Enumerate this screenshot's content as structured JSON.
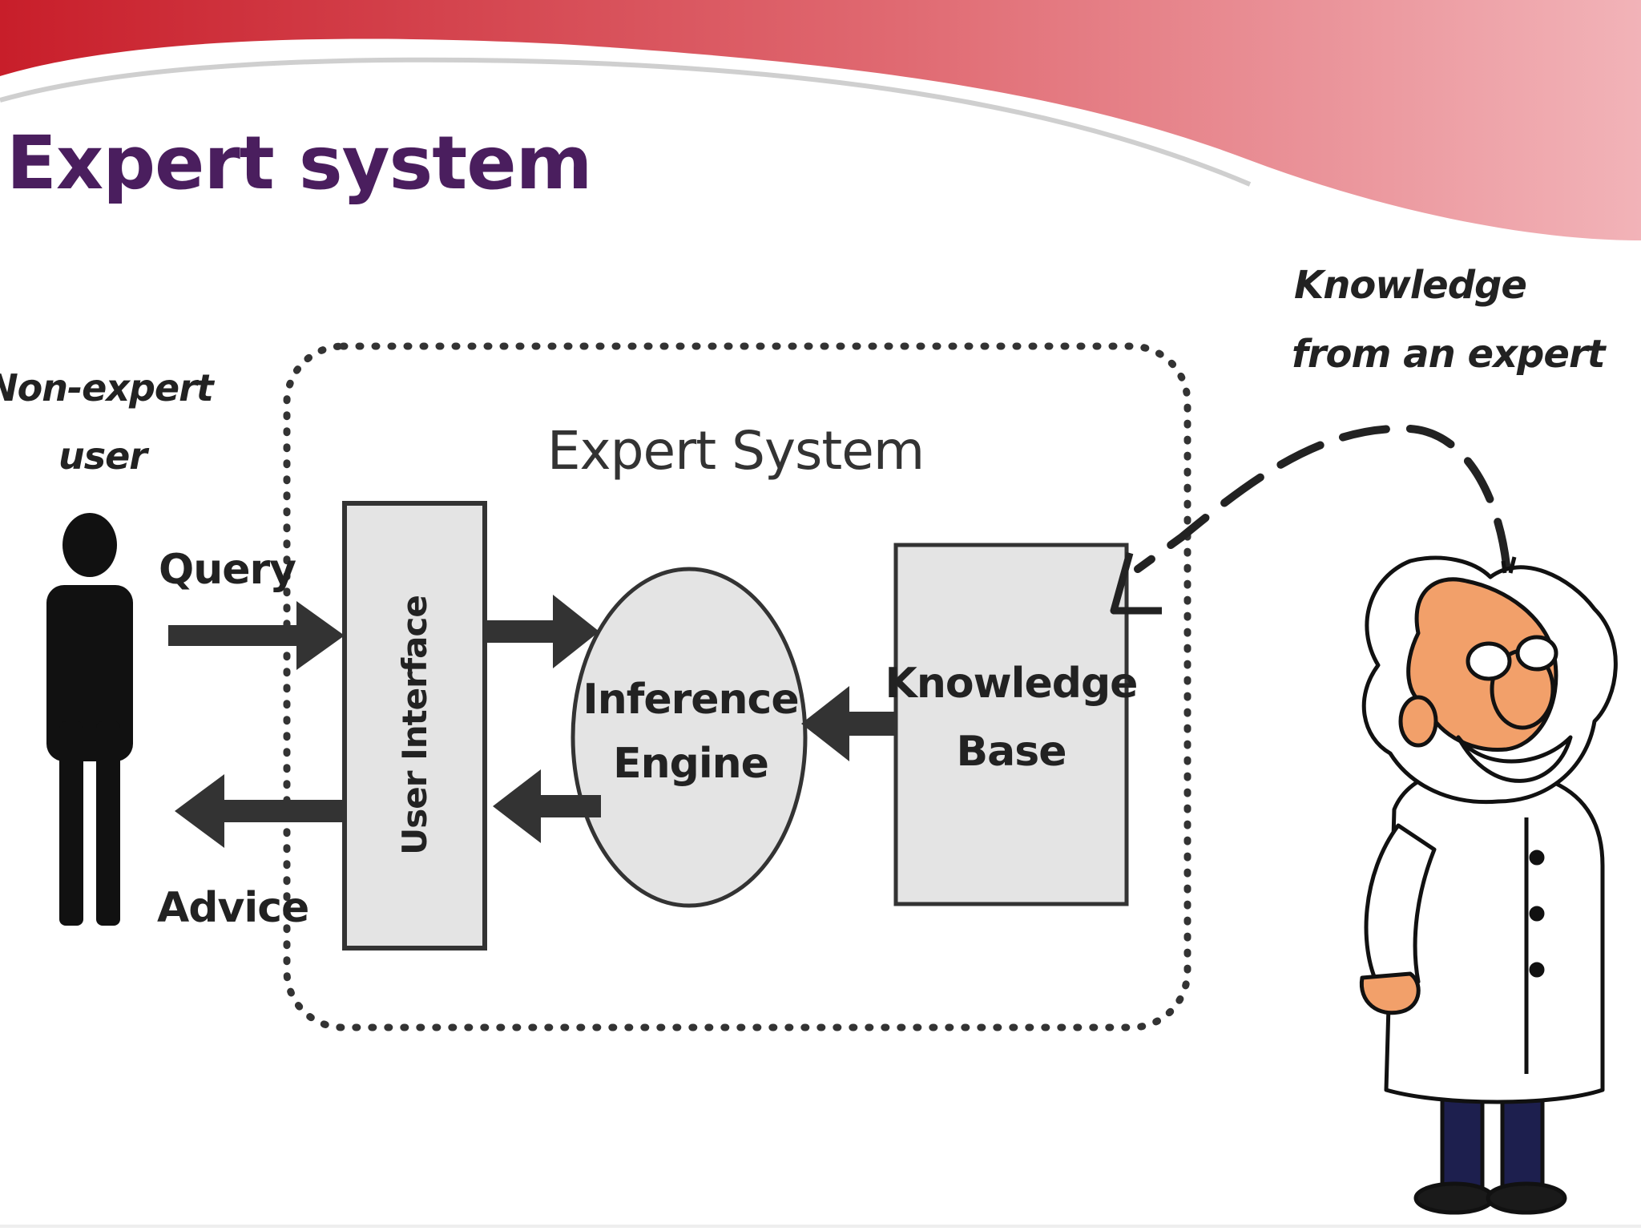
{
  "slide": {
    "title": "Expert system",
    "accent_color": "#d8474d",
    "title_color": "#4a1e5e"
  },
  "diagram": {
    "system_label": "Expert System",
    "nodes": {
      "user_interface": "User Interface",
      "inference_engine_line1": "Inference",
      "inference_engine_line2": "Engine",
      "knowledge_base_line1": "Knowledge",
      "knowledge_base_line2": "Base"
    },
    "user": {
      "label_line1": "Non-expert",
      "label_line2": "user"
    },
    "flows": {
      "query": "Query",
      "advice": "Advice"
    },
    "expert": {
      "label_line1": "Knowledge",
      "label_line2": "from an expert"
    },
    "edges": [
      {
        "from": "user",
        "to": "user_interface",
        "label": "Query"
      },
      {
        "from": "user_interface",
        "to": "inference_engine"
      },
      {
        "from": "knowledge_base",
        "to": "inference_engine"
      },
      {
        "from": "inference_engine",
        "to": "user_interface"
      },
      {
        "from": "user_interface",
        "to": "user",
        "label": "Advice"
      },
      {
        "from": "expert",
        "to": "knowledge_base",
        "style": "dashed"
      }
    ]
  }
}
